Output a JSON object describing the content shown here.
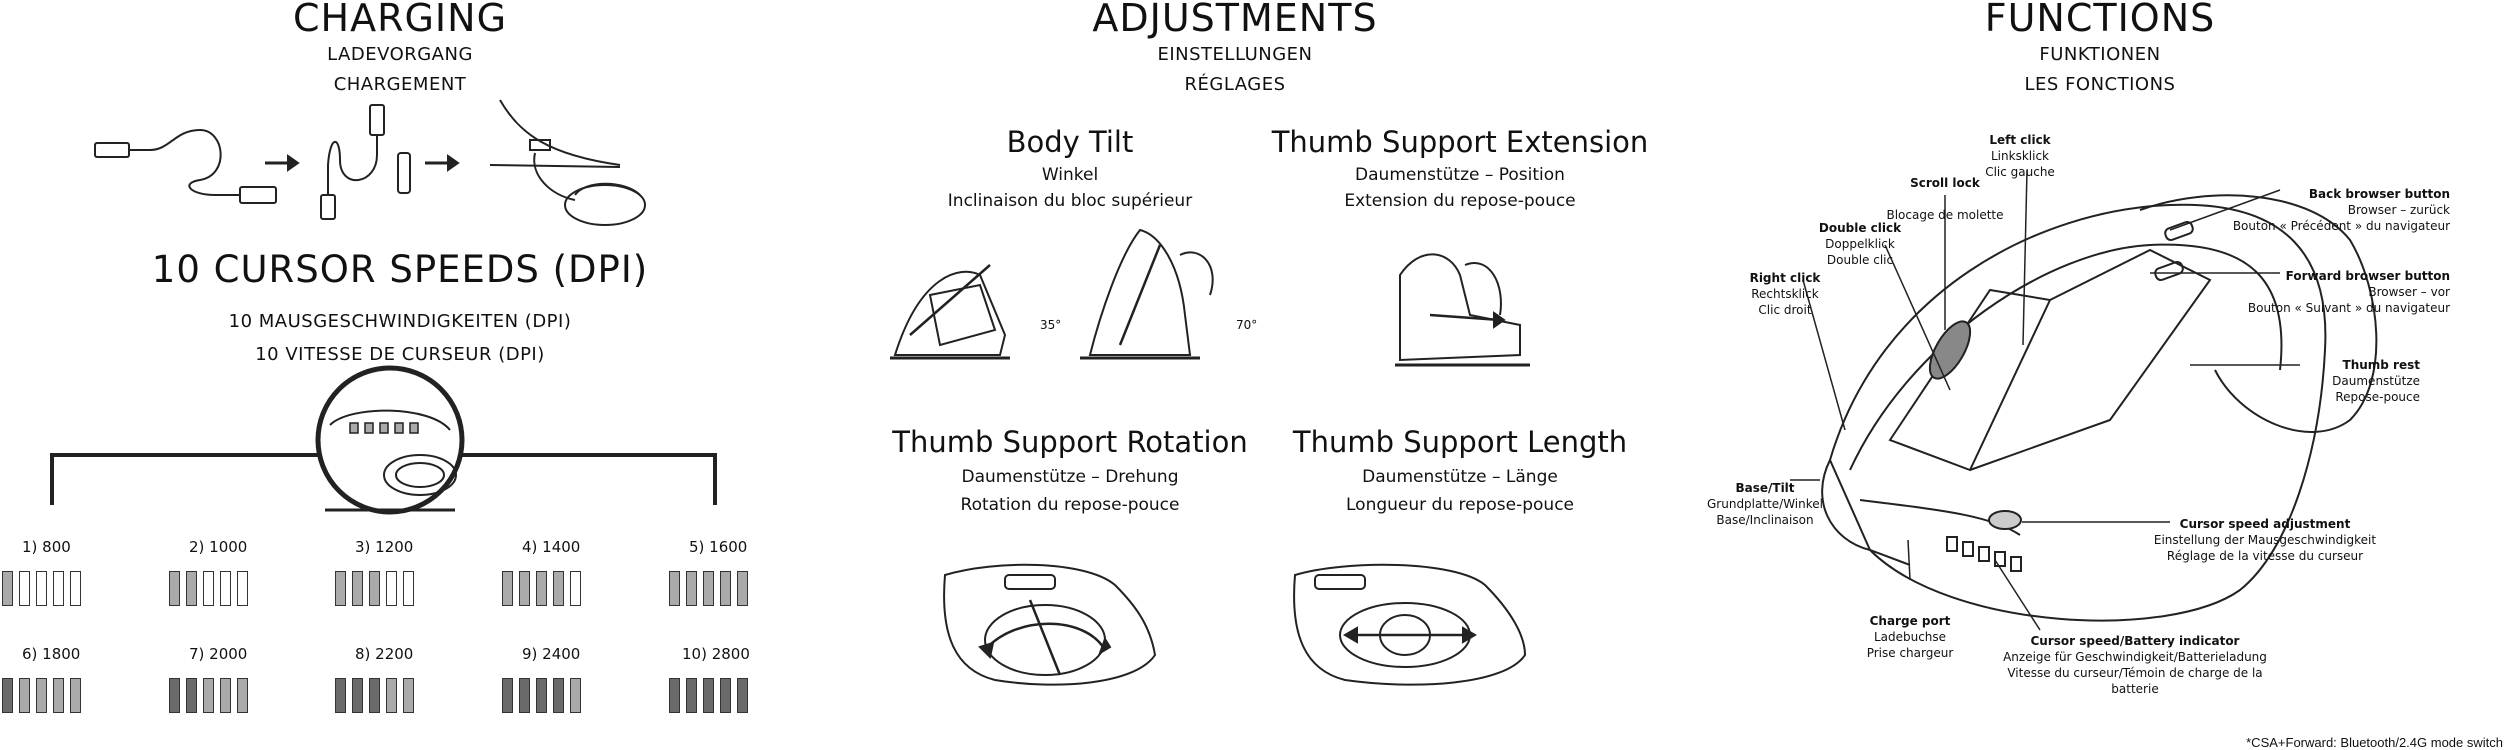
{
  "charging": {
    "title": "CHARGING",
    "subtitle_de": "LADEVORGANG",
    "subtitle_fr": "CHARGEMENT"
  },
  "speeds": {
    "title": "10 CURSOR SPEEDS (DPI)",
    "subtitle_de": "10 MAUSGESCHWINDIGKEITEN (DPI)",
    "subtitle_fr": "10 VITESSE DE CURSEUR (DPI)",
    "items": [
      {
        "index": "1)",
        "dpi": "800",
        "lit": 1
      },
      {
        "index": "2)",
        "dpi": "1000",
        "lit": 2
      },
      {
        "index": "3)",
        "dpi": "1200",
        "lit": 3
      },
      {
        "index": "4)",
        "dpi": "1400",
        "lit": 4
      },
      {
        "index": "5)",
        "dpi": "1600",
        "lit": 5
      },
      {
        "index": "6)",
        "dpi": "1800",
        "lit": 1
      },
      {
        "index": "7)",
        "dpi": "2000",
        "lit": 2
      },
      {
        "index": "8)",
        "dpi": "2200",
        "lit": 3
      },
      {
        "index": "9)",
        "dpi": "2400",
        "lit": 4
      },
      {
        "index": "10)",
        "dpi": "2800",
        "lit": 5
      }
    ]
  },
  "adjustments": {
    "title": "ADJUSTMENTS",
    "subtitle_de": "EINSTELLUNGEN",
    "subtitle_fr": "RÉGLAGES",
    "body_tilt": {
      "title": "Body Tilt",
      "de": "Winkel",
      "fr": "Inclinaison du bloc supérieur",
      "angle1": "35°",
      "angle2": "70°"
    },
    "thumb_ext": {
      "title": "Thumb Support Extension",
      "de": "Daumenstütze – Position",
      "fr": "Extension du repose-pouce"
    },
    "thumb_rot": {
      "title": "Thumb Support Rotation",
      "de": "Daumenstütze – Drehung",
      "fr": "Rotation du repose-pouce"
    },
    "thumb_len": {
      "title": "Thumb Support Length",
      "de": "Daumenstütze – Länge",
      "fr": "Longueur du repose-pouce"
    }
  },
  "functions": {
    "title": "FUNCTIONS",
    "subtitle_de": "FUNKTIONEN",
    "subtitle_fr": "LES FONCTIONS",
    "left_click": {
      "en": "Left click",
      "de": "Linksklick",
      "fr": "Clic gauche"
    },
    "scroll_lock": {
      "en": "Scroll lock",
      "fr": "Blocage de molette"
    },
    "double_click": {
      "en": "Double click",
      "de": "Doppelklick",
      "fr": "Double clic"
    },
    "right_click": {
      "en": "Right click",
      "de": "Rechtsklick",
      "fr": "Clic droit"
    },
    "back": {
      "en": "Back browser button",
      "de": "Browser – zurück",
      "fr": "Bouton « Précédent » du navigateur"
    },
    "forward": {
      "en": "Forward browser button",
      "de": "Browser – vor",
      "fr": "Bouton « Suivant » du navigateur"
    },
    "thumb_rest": {
      "en": "Thumb rest",
      "de": "Daumenstütze",
      "fr": "Repose-pouce"
    },
    "base": {
      "en": "Base/Tilt",
      "de": "Grundplatte/Winkel",
      "fr": "Base/Inclinaison"
    },
    "cursor_adj": {
      "en": "Cursor speed adjustment",
      "de": "Einstellung der Mausgeschwindigkeit",
      "fr": "Réglage de la vitesse du curseur"
    },
    "charge_port": {
      "en": "Charge port",
      "de": "Ladebuchse",
      "fr": "Prise chargeur"
    },
    "battery": {
      "en": "Cursor speed/Battery indicator",
      "de": "Anzeige für Geschwindigkeit/Batterieladung",
      "fr": "Vitesse du curseur/Témoin de charge de la batterie"
    },
    "footnote": "*CSA+Forward: Bluetooth/2.4G mode switch"
  }
}
